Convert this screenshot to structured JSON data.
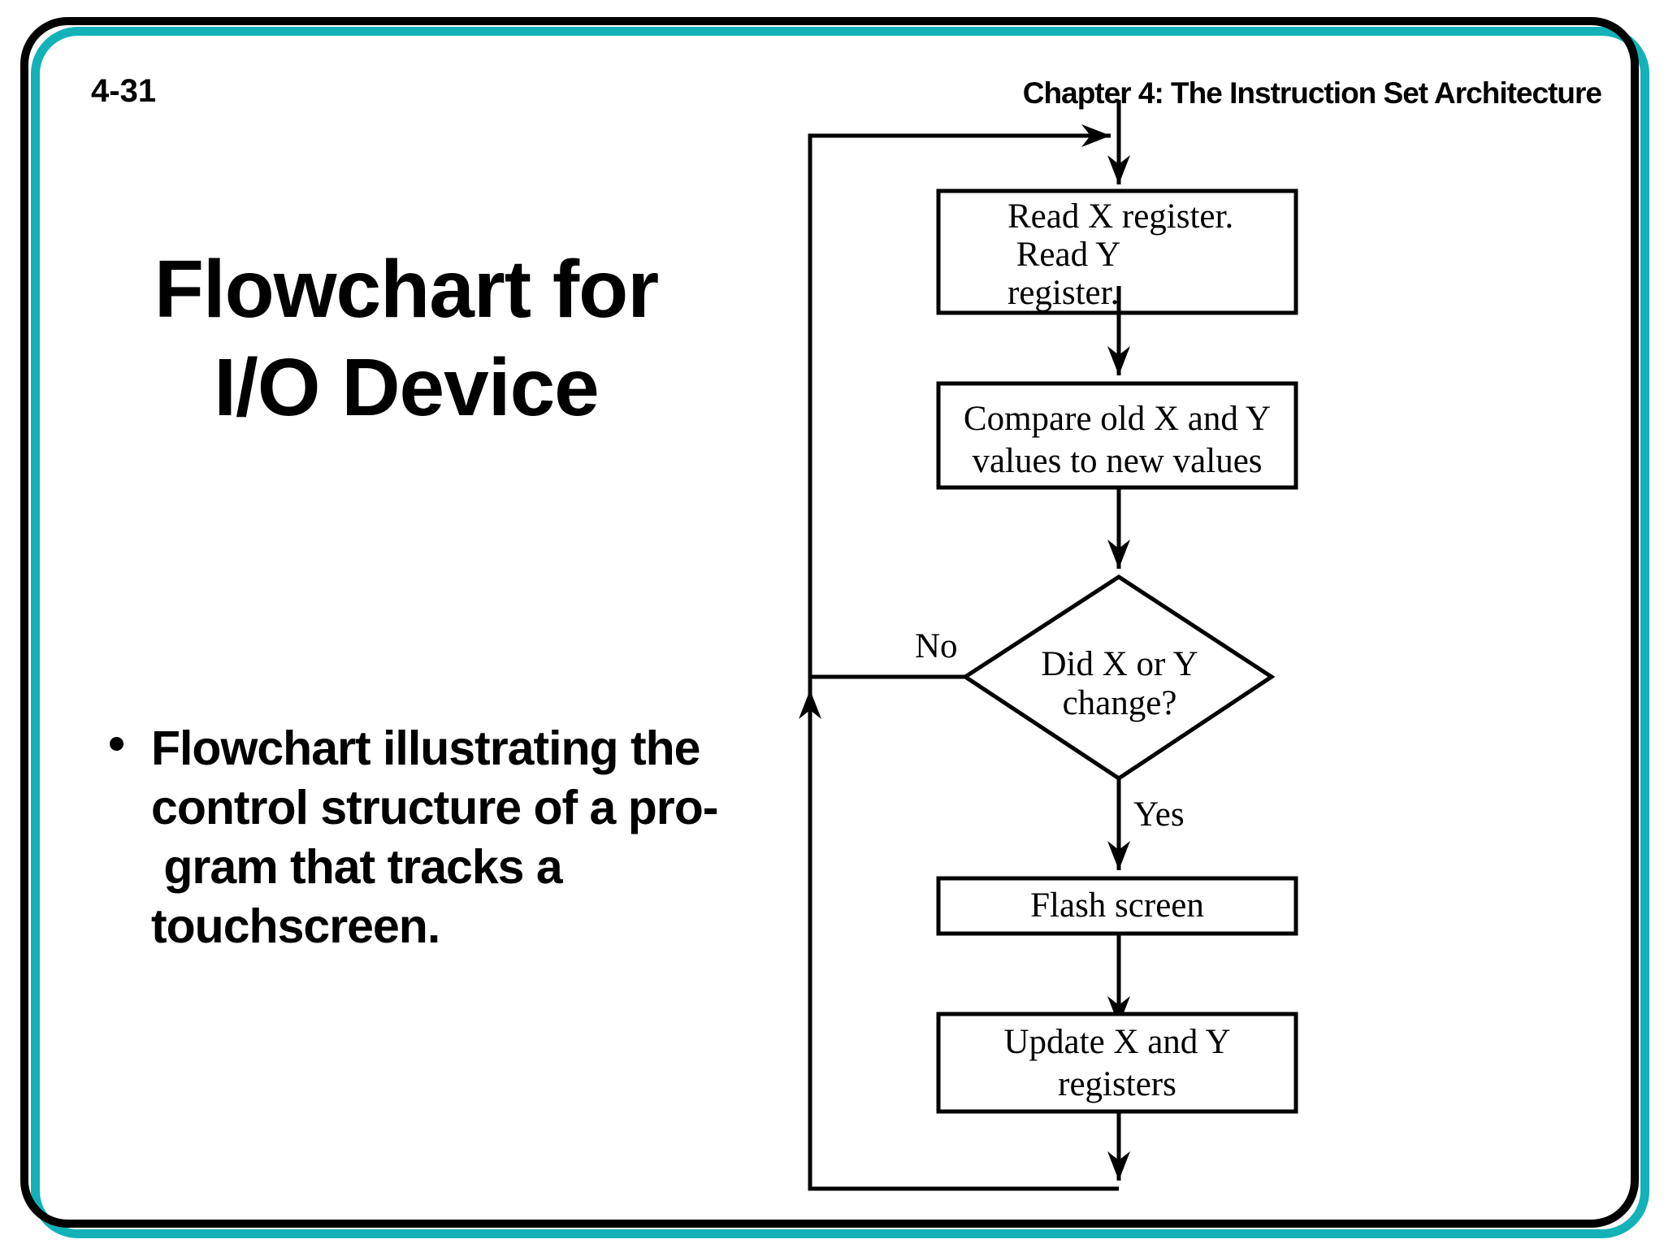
{
  "page": {
    "slide_number": "4-31",
    "header": "Chapter 4: The Instruction Set Architecture",
    "title_line1": "Flowchart for",
    "title_line2": "I/O Device",
    "bullet_lines": [
      "Flowchart illustrating the",
      "control structure of a pro-",
      " gram that tracks a",
      "touchscreen."
    ]
  },
  "flowchart": {
    "nodes": {
      "read": {
        "lines": [
          "Read X register.",
          " Read Y",
          "register."
        ]
      },
      "compare": {
        "lines": [
          "Compare old X and Y",
          "values to new values"
        ]
      },
      "decision": {
        "lines": [
          "Did X or Y",
          "change?"
        ]
      },
      "flash": {
        "label": "Flash screen"
      },
      "update": {
        "lines": [
          "Update X and Y",
          "registers"
        ]
      }
    },
    "labels": {
      "no": "No",
      "yes": "Yes"
    }
  },
  "colors": {
    "accent_teal": "#12b2b8",
    "line": "#000000"
  }
}
